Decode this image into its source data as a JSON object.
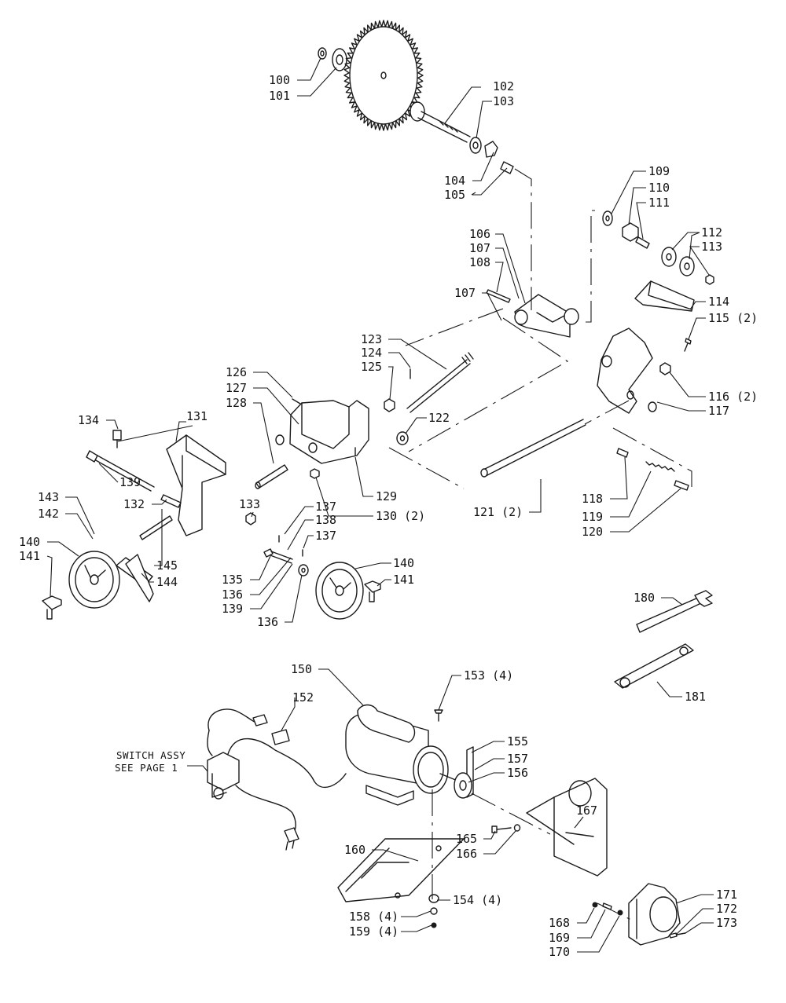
{
  "callouts": {
    "c100": "100",
    "c101": "101",
    "c102": "102",
    "c103": "103",
    "c104": "104",
    "c105": "105",
    "c106": "106",
    "c107a": "107",
    "c108": "108",
    "c107b": "107",
    "c109": "109",
    "c110": "110",
    "c111": "111",
    "c112": "112",
    "c113": "113",
    "c114": "114",
    "c115": "115 (2)",
    "c116": "116 (2)",
    "c117": "117",
    "c118": "118",
    "c119": "119",
    "c120": "120",
    "c121": "121 (2)",
    "c122": "122",
    "c123": "123",
    "c124": "124",
    "c125": "125",
    "c126": "126",
    "c127": "127",
    "c128": "128",
    "c129": "129",
    "c130": "130 (2)",
    "c131": "131",
    "c132": "132",
    "c133": "133",
    "c134": "134",
    "c135": "135",
    "c136a": "136",
    "c136b": "136",
    "c137a": "137",
    "c137b": "137",
    "c138": "138",
    "c139a": "139",
    "c139b": "139",
    "c140a": "140",
    "c140b": "140",
    "c141a": "141",
    "c141b": "141",
    "c142": "142",
    "c143": "143",
    "c144": "144",
    "c145": "145",
    "c150": "150",
    "c152": "152",
    "c153": "153 (4)",
    "c154": "154 (4)",
    "c155": "155",
    "c156": "156",
    "c157": "157",
    "c158": "158 (4)",
    "c159": "159 (4)",
    "c160": "160",
    "c165": "165",
    "c166": "166",
    "c167": "167",
    "c168": "168",
    "c169": "169",
    "c170": "170",
    "c171": "171",
    "c172": "172",
    "c173": "173",
    "c180": "180",
    "c181": "181"
  },
  "switch_note": {
    "line1": "SWITCH ASSY",
    "line2": "SEE PAGE 1"
  }
}
